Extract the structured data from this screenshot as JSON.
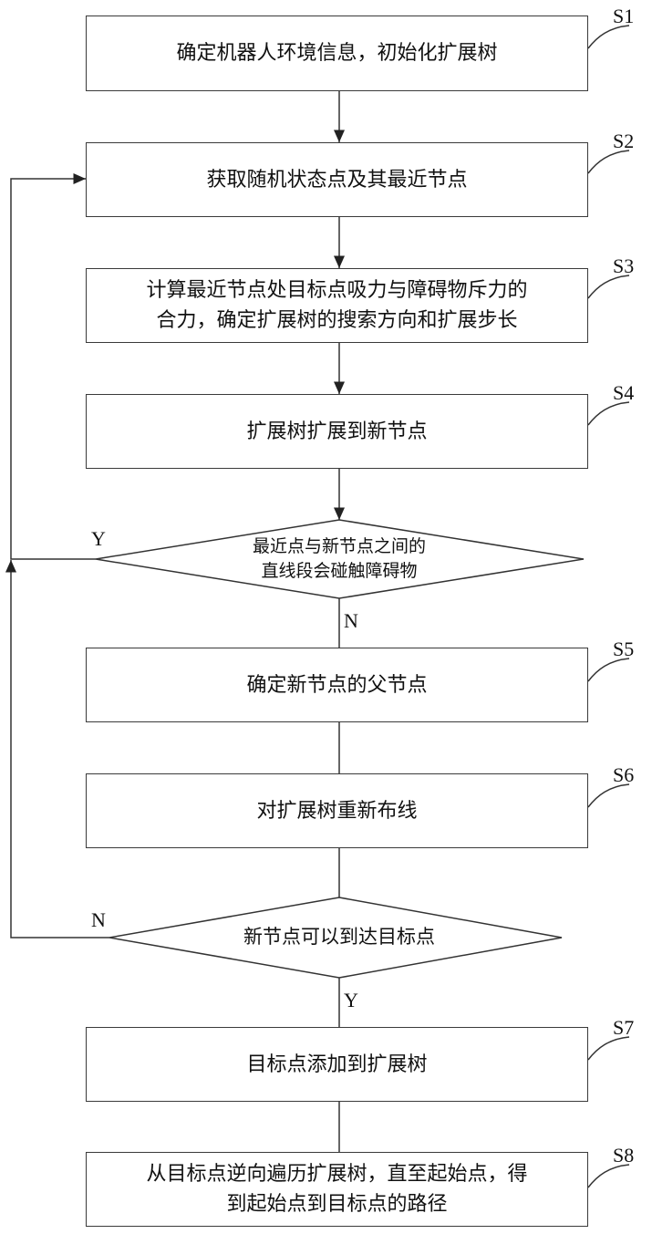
{
  "steps": [
    {
      "id": "S1",
      "text": "确定机器人环境信息，初始化扩展树"
    },
    {
      "id": "S2",
      "text": "获取随机状态点及其最近节点"
    },
    {
      "id": "S3",
      "line1": "计算最近节点处目标点吸力与障碍物斥力的",
      "line2": "合力，确定扩展树的搜索方向和扩展步长"
    },
    {
      "id": "S4",
      "text": "扩展树扩展到新节点"
    },
    {
      "id": "S5",
      "text": "确定新节点的父节点"
    },
    {
      "id": "S6",
      "text": "对扩展树重新布线"
    },
    {
      "id": "S7",
      "text": "目标点添加到扩展树"
    },
    {
      "id": "S8",
      "line1": "从目标点逆向遍历扩展树，直至起始点，得",
      "line2": "到起始点到目标点的路径"
    }
  ],
  "decisions": [
    {
      "line1": "最近点与新节点之间的",
      "line2": "直线段会碰触障碍物",
      "yes": "Y",
      "no": "N"
    },
    {
      "text": "新节点可以到达目标点",
      "yes": "Y",
      "no": "N"
    }
  ]
}
